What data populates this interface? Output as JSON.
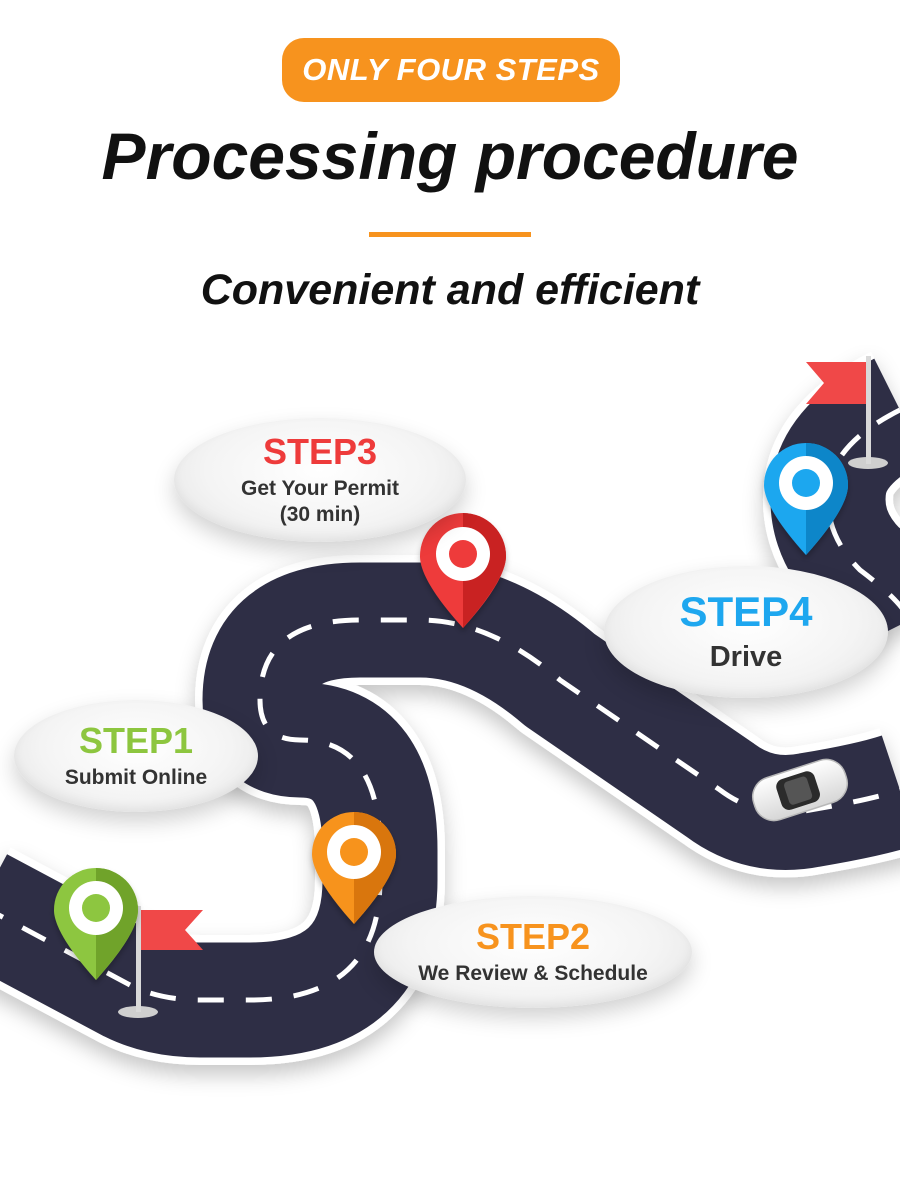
{
  "header": {
    "badge": "ONLY FOUR STEPS",
    "title": "Processing procedure",
    "subtitle": "Convenient and efficient"
  },
  "colors": {
    "accent": "#f7931e",
    "road": "#2f2f45",
    "step1": "#8dc63f",
    "step2": "#f7931e",
    "step3": "#ee3b3b",
    "step4": "#1ea7ef",
    "flag": "#f04848"
  },
  "steps": [
    {
      "label": "STEP1",
      "lines": [
        "Submit Online"
      ]
    },
    {
      "label": "STEP2",
      "lines": [
        "We Review & Schedule"
      ]
    },
    {
      "label": "STEP3",
      "lines": [
        "Get Your Permit",
        "(30 min)"
      ]
    },
    {
      "label": "STEP4",
      "lines": [
        "Drive"
      ]
    }
  ],
  "icons": {
    "start_flag": "flag-icon",
    "finish_flag": "flag-icon",
    "pins": [
      "location-pin-icon",
      "location-pin-icon",
      "location-pin-icon",
      "location-pin-icon"
    ],
    "vehicle": "car-icon"
  }
}
